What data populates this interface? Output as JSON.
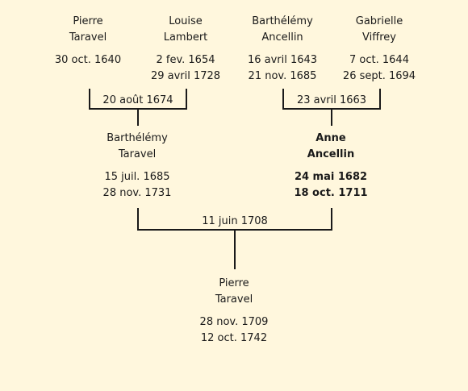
{
  "people": {
    "pierre_taravel_sr": {
      "first": "Pierre",
      "last": "Taravel",
      "birth": "30 oct. 1640",
      "death": ""
    },
    "louise_lambert": {
      "first": "Louise",
      "last": "Lambert",
      "birth": "2 fev. 1654",
      "death": "29 avril 1728"
    },
    "barthelemy_ancellin": {
      "first": "Barthélémy",
      "last": "Ancellin",
      "birth": "16 avril 1643",
      "death": "21 nov. 1685"
    },
    "gabrielle_viffrey": {
      "first": "Gabrielle",
      "last": "Viffrey",
      "birth": "7 oct. 1644",
      "death": "26 sept. 1694"
    },
    "barthelemy_taravel": {
      "first": "Barthélémy",
      "last": "Taravel",
      "birth": "15 juil. 1685",
      "death": "28 nov. 1731"
    },
    "anne_ancellin": {
      "first": "Anne",
      "last": "Ancellin",
      "birth": "24 mai 1682",
      "death": "18 oct. 1711"
    },
    "pierre_taravel_jr": {
      "first": "Pierre",
      "last": "Taravel",
      "birth": "28 nov. 1709",
      "death": "12 oct. 1742"
    }
  },
  "marriages": {
    "taravel_lambert": "20 août 1674",
    "ancellin_viffrey": "23 avril 1663",
    "taravel_ancellin": "11 juin 1708"
  },
  "colors": {
    "background": "#fff7dd",
    "line": "#1a1a1a",
    "text": "#1a1a1a"
  }
}
